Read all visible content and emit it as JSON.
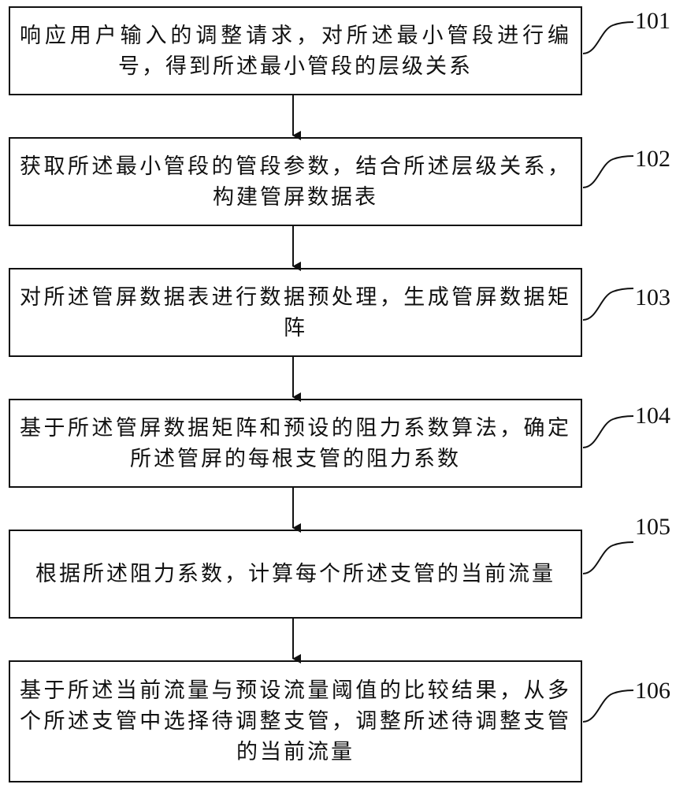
{
  "steps": [
    {
      "id": "101",
      "text": "响应用户输入的调整请求，对所述最小管段进行编号，得到所述最小管段的层级关系"
    },
    {
      "id": "102",
      "text": "获取所述最小管段的管段参数，结合所述层级关系，构建管屏数据表"
    },
    {
      "id": "103",
      "text": "对所述管屏数据表进行数据预处理，生成管屏数据矩阵"
    },
    {
      "id": "104",
      "text": "基于所述管屏数据矩阵和预设的阻力系数算法，确定所述管屏的每根支管的阻力系数"
    },
    {
      "id": "105",
      "text": "根据所述阻力系数，计算每个所述支管的当前流量"
    },
    {
      "id": "106",
      "text": "基于所述当前流量与预设流量阈值的比较结果，从多个所述支管中选择待调整支管，调整所述待调整支管的当前流量"
    }
  ]
}
